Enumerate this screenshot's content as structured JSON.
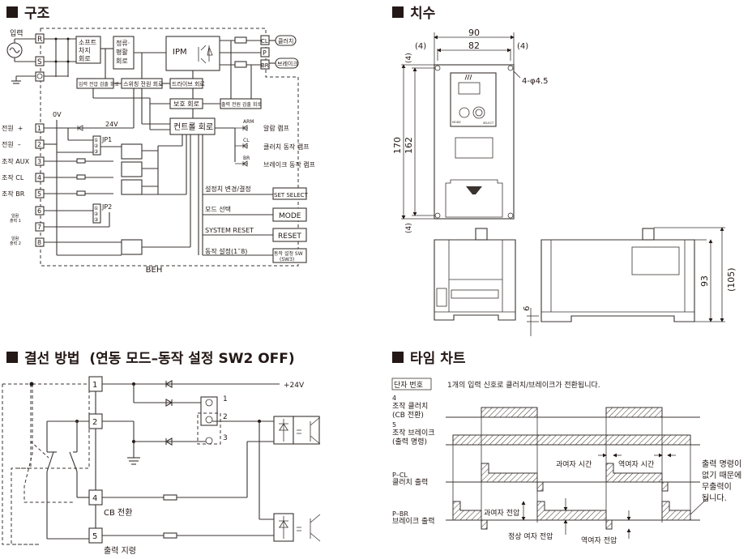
{
  "sections": {
    "structure": "구조",
    "dimensions": "치수",
    "wiring": "결선 방법  (연동 모드–동작 설정 SW2 OFF)",
    "timing": "타임 차트"
  },
  "structure": {
    "input_label": "입력",
    "terminals_in": [
      "R",
      "S"
    ],
    "terminals_out": [
      "CL",
      "P",
      "BR"
    ],
    "soft_start": [
      "소프트",
      "차지",
      "회로"
    ],
    "rectifier": [
      "정류·",
      "평활",
      "회로"
    ],
    "ipm": "IPM",
    "clutch_out": "클러치",
    "brake_out": "브레이크",
    "input_voltage_detect": "입력 전압 검출 회로",
    "switching_power": "스위칭 전원 회로",
    "drive_circuit": "드라이브 회로",
    "protect_circuit": "보호 회로",
    "output_current_detect": "출력 전원 검출 회로",
    "control_circuit": "컨트롤 회로",
    "zero_v": "0V",
    "v24": "24V",
    "jp1": "JP1",
    "jp2": "JP2",
    "jp_pins": [
      "①",
      "②",
      "③"
    ],
    "left_terminals": [
      {
        "num": "1",
        "label": "전원  +"
      },
      {
        "num": "2",
        "label": "전원  –"
      },
      {
        "num": "3",
        "label": "조작 AUX"
      },
      {
        "num": "4",
        "label": "조작 CL"
      },
      {
        "num": "5",
        "label": "조작 BR"
      },
      {
        "num": "6",
        "label": ""
      },
      {
        "num": "7",
        "label": ""
      },
      {
        "num": "8",
        "label": ""
      }
    ],
    "alarm_out1": [
      "알람",
      "출력 1"
    ],
    "alarm_out2": [
      "알람",
      "출력 2"
    ],
    "lamps": [
      {
        "code": "ARM",
        "label": "알람 램프"
      },
      {
        "code": "CL",
        "label": "클러치 동작 램프"
      },
      {
        "code": "BR",
        "label": "브레이크 동작 램프"
      }
    ],
    "controls": [
      {
        "label": "설정치 변경/결정",
        "button": "SET SELECT"
      },
      {
        "label": "모드 선택",
        "button": "MODE"
      },
      {
        "label": "SYSTEM RESET",
        "button": "RESET"
      },
      {
        "label": "동작 설정(1˜8)",
        "button": "동작 설정 SW",
        "button2": "(SW3)"
      }
    ],
    "model": "BEH"
  },
  "dimensions": {
    "width_outer": "90",
    "width_inner": "82",
    "margin_left": "(4)",
    "margin_right": "(4)",
    "margin_top": "(4)",
    "margin_bottom": "(4)",
    "holes": "4-φ4.5",
    "height_outer": "170",
    "height_inner": "162",
    "depth": "93",
    "depth_total": "(105)",
    "foot": "6",
    "panel_mode": "MODE",
    "panel_select": "SELECT"
  },
  "wiring": {
    "terminals": [
      "1",
      "2",
      "4",
      "5"
    ],
    "v24": "+24V",
    "jumper_pins": [
      "1",
      "2",
      "3"
    ],
    "cb_switch": "CB 전환",
    "output_cmd": "출력 지령"
  },
  "timing": {
    "terminal_no": "단자 번호",
    "description": "1개의 입력 신호로 클러치/브레이크가 전환됩니다.",
    "rows": [
      {
        "num": "4",
        "l1": "조작 클러치",
        "l2": "(CB 전환)"
      },
      {
        "num": "5",
        "l1": "조작 브레이크",
        "l2": "(출력 명령)"
      },
      {
        "num": "P–CL",
        "l1": "클러치 출력",
        "l2": ""
      },
      {
        "num": "P–BR",
        "l1": "브레이크 출력",
        "l2": ""
      }
    ],
    "over_excite_time": "과여자 시간",
    "reverse_excite_time": "역여자 시간",
    "over_excite_voltage": "과여자 전압",
    "normal_excite_voltage": "정상 여자 전압",
    "reverse_excite_voltage": "역여자 전압",
    "no_output_note": [
      "출력 명령이",
      "없기 때문에",
      "무출력이",
      "됩니다."
    ]
  }
}
